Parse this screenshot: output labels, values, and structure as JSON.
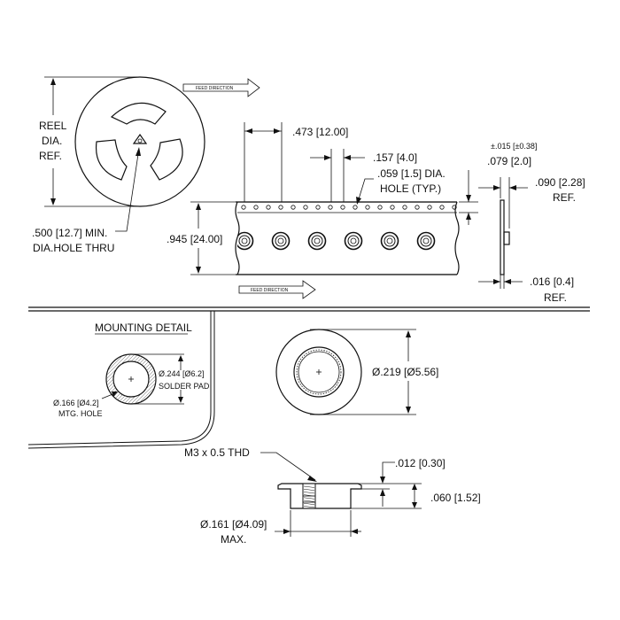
{
  "reel": {
    "label_line1": "REEL",
    "label_line2": "DIA.",
    "label_line3": "REF.",
    "hole_line1": ".500 [12.7] MIN.",
    "hole_line2": "DIA.HOLE THRU",
    "feed_direction_top": "FEED DIRECTION"
  },
  "tape": {
    "pitch": ".473 [12.00]",
    "sprocket_pitch": ".157 [4.0]",
    "sprocket_hole_line1": ".059 [1.5] DIA.",
    "sprocket_hole_line2": "HOLE (TYP.)",
    "width": ".945 [24.00]",
    "feed_direction_bottom": "FEED DIRECTION"
  },
  "side_view": {
    "tolerance": "±.015 [±0.38]",
    "offset": ".079 [2.0]",
    "height_line1": ".090 [2.28]",
    "height_line2": "REF.",
    "thickness_line1": ".016 [0.4]",
    "thickness_line2": "REF."
  },
  "mounting_detail": {
    "title": "MOUNTING DETAIL",
    "pad_line1": "Ø.244 [Ø6.2]",
    "pad_line2": "SOLDER PAD",
    "hole_line1": "Ø.166 [Ø4.2]",
    "hole_line2": "MTG. HOLE"
  },
  "standoff": {
    "top_dia": "Ø.219 [Ø5.56]",
    "thread": "M3 x 0.5 THD",
    "flange": ".012 [0.30]",
    "height": ".060 [1.52]",
    "body_line1": "Ø.161 [Ø4.09]",
    "body_line2": "MAX."
  }
}
